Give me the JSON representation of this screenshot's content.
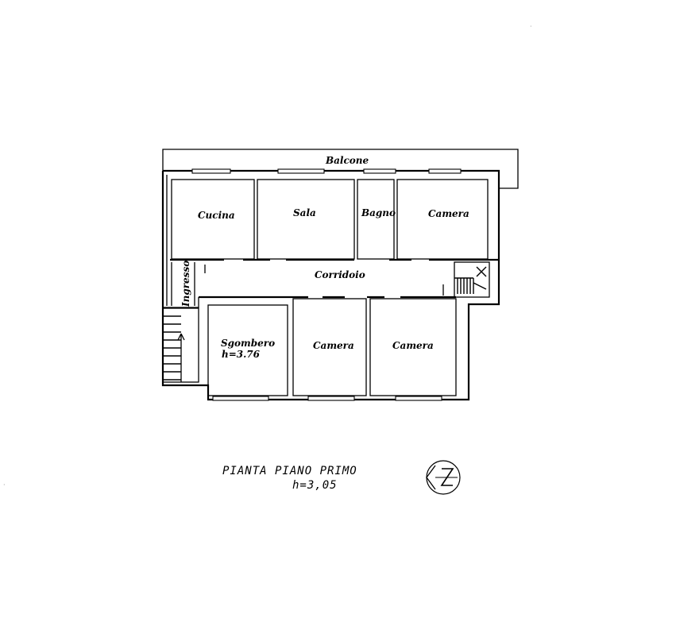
{
  "rooms": {
    "balcone": "Balcone",
    "cucina": "Cucina",
    "sala": "Sala",
    "bagno": "Bagno",
    "camera_ne": "Camera",
    "corridoio": "Corridoio",
    "ingresso": "Ingresso",
    "sgombero": "Sgombero",
    "sgombero_h": "h=3.76",
    "camera_s1": "Camera",
    "camera_s2": "Camera"
  },
  "title": {
    "line1": "PIANTA PIANO PRIMO",
    "line2": "h=3,05"
  },
  "compass": "north-arrow-icon"
}
